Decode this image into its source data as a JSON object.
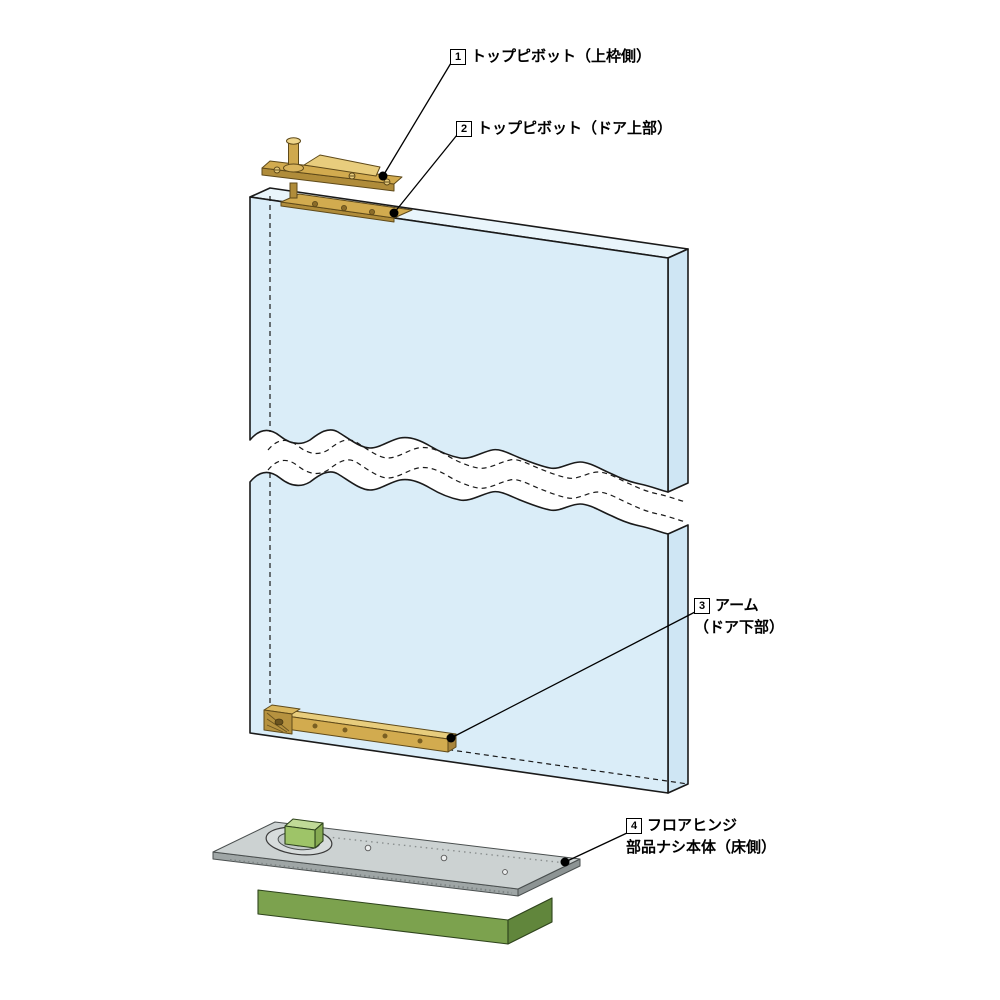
{
  "figure": {
    "type": "exploded-parts-diagram"
  },
  "labels": [
    {
      "num": "1",
      "line1": "トップピボット（上枠側）",
      "line2": ""
    },
    {
      "num": "2",
      "line1": "トップピボット（ドア上部）",
      "line2": ""
    },
    {
      "num": "3",
      "line1": "アーム",
      "line2": "（ドア下部）"
    },
    {
      "num": "4",
      "line1": "フロアヒンジ",
      "line2": "部品ナシ本体（床側）"
    }
  ],
  "colors": {
    "background": "#ffffff",
    "line": "#1a1a1a",
    "door_fill": "#daedf8",
    "door_top_fill": "#e9f5fb",
    "door_side_fill": "#cfe6f4",
    "brass": "#d2ab4f",
    "brass_dark": "#b08c3a",
    "brass_light": "#e8cd7d",
    "plate_gray": "#ccd2d2",
    "plate_edge": "#9fa6a6",
    "hinge_green": "#7ca24e",
    "hinge_green_dark": "#61863c",
    "insert_green": "#9ec468"
  }
}
